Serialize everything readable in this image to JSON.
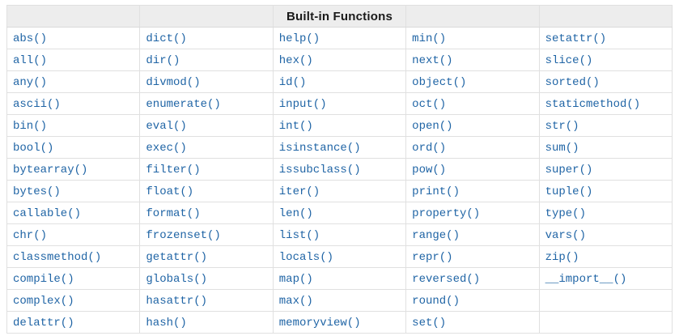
{
  "table": {
    "title": "Built-in Functions",
    "columns": 5,
    "header_bg": "#ededed",
    "border_color": "#e0e0e0",
    "link_color": "#1f64a5",
    "rows": [
      [
        "abs()",
        "dict()",
        "help()",
        "min()",
        "setattr()"
      ],
      [
        "all()",
        "dir()",
        "hex()",
        "next()",
        "slice()"
      ],
      [
        "any()",
        "divmod()",
        "id()",
        "object()",
        "sorted()"
      ],
      [
        "ascii()",
        "enumerate()",
        "input()",
        "oct()",
        "staticmethod()"
      ],
      [
        "bin()",
        "eval()",
        "int()",
        "open()",
        "str()"
      ],
      [
        "bool()",
        "exec()",
        "isinstance()",
        "ord()",
        "sum()"
      ],
      [
        "bytearray()",
        "filter()",
        "issubclass()",
        "pow()",
        "super()"
      ],
      [
        "bytes()",
        "float()",
        "iter()",
        "print()",
        "tuple()"
      ],
      [
        "callable()",
        "format()",
        "len()",
        "property()",
        "type()"
      ],
      [
        "chr()",
        "frozenset()",
        "list()",
        "range()",
        "vars()"
      ],
      [
        "classmethod()",
        "getattr()",
        "locals()",
        "repr()",
        "zip()"
      ],
      [
        "compile()",
        "globals()",
        "map()",
        "reversed()",
        "__import__()"
      ],
      [
        "complex()",
        "hasattr()",
        "max()",
        "round()",
        ""
      ],
      [
        "delattr()",
        "hash()",
        "memoryview()",
        "set()",
        ""
      ]
    ]
  }
}
